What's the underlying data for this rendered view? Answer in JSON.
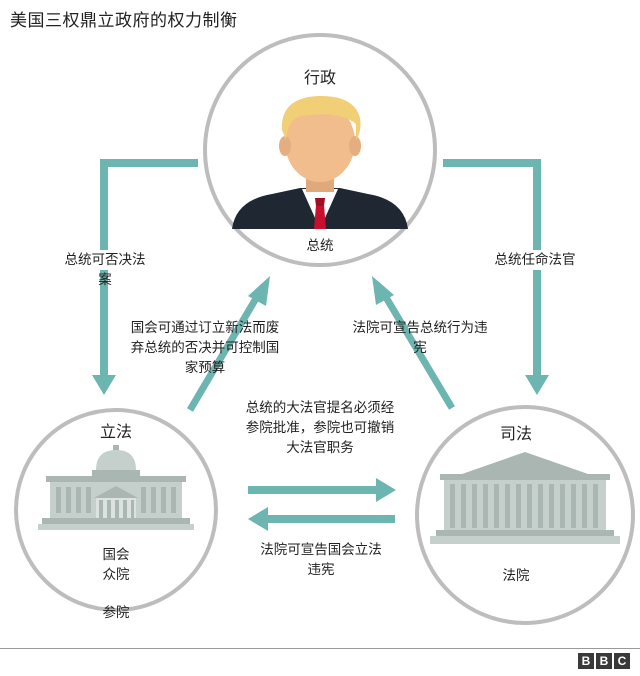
{
  "title": "美国三权鼎立政府的权力制衡",
  "colors": {
    "arrow": "#6db5b0",
    "circle_stroke": "#bdbdbd",
    "building": "#c5d0cc",
    "building_dark": "#a9b6b2"
  },
  "nodes": {
    "executive": {
      "title": "行政",
      "label": "总统",
      "icon": "president-portrait"
    },
    "legislative": {
      "title": "立法",
      "label_line1": "国会",
      "label_line2": "众院",
      "label_line3": "参院",
      "icon": "capitol-building-icon"
    },
    "judicial": {
      "title": "司法",
      "label": "法院",
      "icon": "supreme-court-building-icon"
    }
  },
  "edges": {
    "veto": {
      "line1": "总统可否决法",
      "line2": "案"
    },
    "appoint": {
      "text": "总统任命法官"
    },
    "override": {
      "line1": "国会可通过订立新法而废",
      "line2": "弃总统的否决并可控制国",
      "line3": "家预算"
    },
    "unconstitutional_president": {
      "line1": "法院可宣告总统行为违",
      "line2": "宪"
    },
    "confirm": {
      "line1": "总统的大法官提名必须经",
      "line2": "参院批准，参院也可撤销",
      "line3": "大法官职务"
    },
    "unconstitutional_congress": {
      "line1": "法院可宣告国会立法",
      "line2": "违宪"
    }
  },
  "logo": {
    "letters": [
      "B",
      "B",
      "C"
    ]
  }
}
